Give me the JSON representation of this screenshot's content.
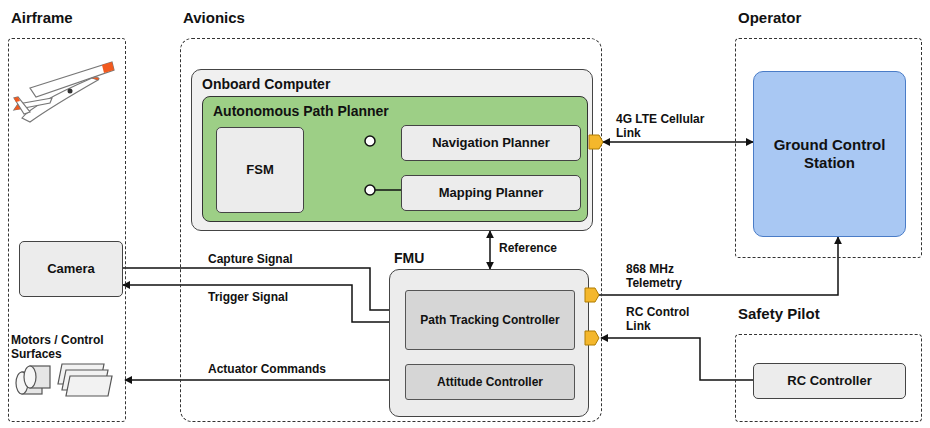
{
  "diagram": {
    "nodes": [
      {
        "text": [
          "Airframe"
        ]
      },
      {
        "text": [
          "Camera"
        ],
        "in": 0
      },
      {
        "text": [
          "Motors / Control Surfaces"
        ],
        "in": 0
      },
      {
        "text": [
          "Avionics"
        ]
      },
      {
        "text": [
          "Onboard Computer"
        ],
        "in": 3
      },
      {
        "text": [
          "Autonomous Path Planner"
        ],
        "in": 4
      },
      {
        "text": [
          "FSM"
        ],
        "in": 5
      },
      {
        "text": [
          "Navigation Planner"
        ],
        "in": 5
      },
      {
        "text": [
          "Mapping Planner"
        ],
        "in": 5
      },
      {
        "text": [
          "FMU"
        ],
        "in": 3
      },
      {
        "text": [
          "Path Tracking Controller"
        ],
        "in": 9
      },
      {
        "text": [
          "Attitude Controller"
        ],
        "in": 9
      },
      {
        "text": [
          "Operator"
        ]
      },
      {
        "text": [
          "Ground Control Station"
        ],
        "in": 12
      },
      {
        "text": [
          "Safety Pilot"
        ]
      },
      {
        "text": [
          "RC Controller"
        ],
        "in": 14
      }
    ],
    "edges": [
      {
        "from": 6,
        "to": 7,
        "arrow": "none"
      },
      {
        "from": 4,
        "to": 9,
        "label": "Reference",
        "arrow": "both"
      },
      {
        "from": 4,
        "to": 13,
        "label": "4G LTE Cellular Link",
        "arrow": "both"
      },
      {
        "from": 9,
        "to": 13,
        "label": "868 MHz Telemetry",
        "arrow": "to"
      },
      {
        "from": 15,
        "to": 9,
        "label": "RC Control Link",
        "arrow": "to"
      },
      {
        "from": 1,
        "to": 10,
        "label": "Capture Signal",
        "arrow": "to"
      },
      {
        "from": 10,
        "to": 1,
        "label": "Trigger Signal",
        "arrow": "to"
      },
      {
        "from": 10,
        "to": 11,
        "arrow": "to"
      },
      {
        "from": 11,
        "to": 2,
        "label": "Actuator Commands",
        "arrow": "to"
      }
    ]
  }
}
